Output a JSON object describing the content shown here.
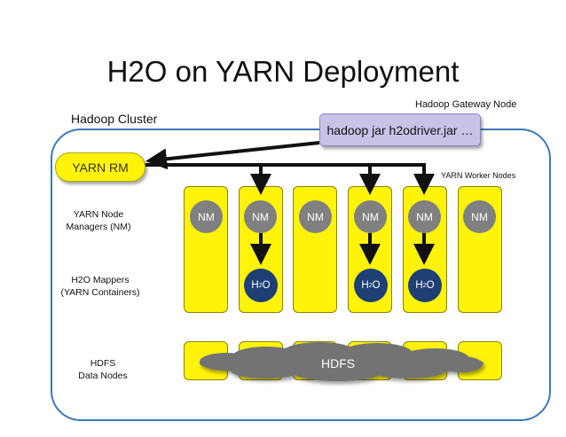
{
  "title": "H2O on YARN Deployment",
  "cluster_label": "Hadoop Cluster",
  "gateway_label": "Hadoop Gateway Node",
  "driver_command": "hadoop jar h2odriver.jar …",
  "yarn_rm": "YARN RM",
  "worker_nodes_label": "YARN Worker Nodes",
  "row_labels": {
    "nm_line1": "YARN Node",
    "nm_line2": "Managers (NM)",
    "mapper_line1": "H2O Mappers",
    "mapper_line2": "(YARN Containers)",
    "hdfs_line1": "HDFS",
    "hdfs_line2": "Data Nodes"
  },
  "node_managers": [
    "NM",
    "NM",
    "NM",
    "NM",
    "NM",
    "NM"
  ],
  "h2o_main": "H",
  "h2o_sub": "2",
  "h2o_tail": "O",
  "hdfs": "HDFS",
  "colors": {
    "yellow": "#fff30a",
    "nm_gray": "#808080",
    "h2o_blue": "#1e3f73",
    "cluster_border": "#3c78b8",
    "driver_purple": "#c7c2e6"
  }
}
